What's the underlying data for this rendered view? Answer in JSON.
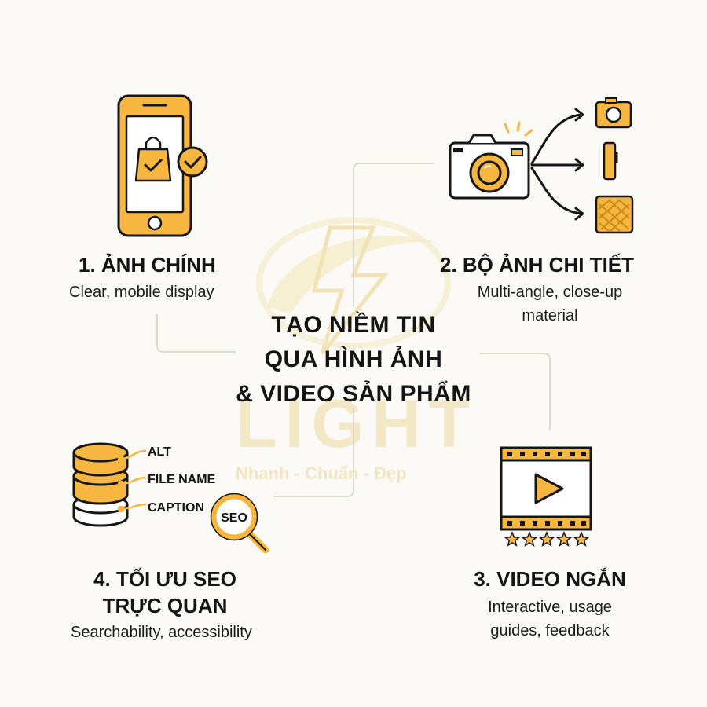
{
  "center": {
    "title_lines": [
      "TẠO NIỀM TIN",
      "QUA HÌNH ẢNH",
      "& VIDEO SẢN PHẨM"
    ]
  },
  "watermark": {
    "brand": "LIGHT",
    "tagline": "Nhanh - Chuẩn - Đẹp"
  },
  "items": [
    {
      "heading": "1. ẢNH CHÍNH",
      "desc": "Clear, mobile display",
      "icon": "smartphone-shopping-bag-check-icon"
    },
    {
      "heading": "2. BỘ ẢNH CHI TIẾT",
      "desc_lines": [
        "Multi-angle, close-up",
        "material"
      ],
      "icon": "camera-multi-angle-icon"
    },
    {
      "heading": "3. VIDEO NGẮN",
      "desc_lines": [
        "Interactive, usage",
        "guides, feedback"
      ],
      "icon": "video-player-icon"
    },
    {
      "heading_lines": [
        "4. TỐI ƯU SEO",
        "TRỰC QUAN"
      ],
      "desc": "Searchability, accessibility",
      "icon": "database-seo-icon"
    }
  ],
  "seo_labels": {
    "alt": "ALT",
    "file_name": "FILE NAME",
    "caption": "CAPTION",
    "magnifier": "SEO"
  },
  "colors": {
    "accent": "#f6b63f",
    "outline": "#161616",
    "connector": "#d4d0c8",
    "watermark": "#f3e6c0"
  },
  "rating_stars": 5
}
